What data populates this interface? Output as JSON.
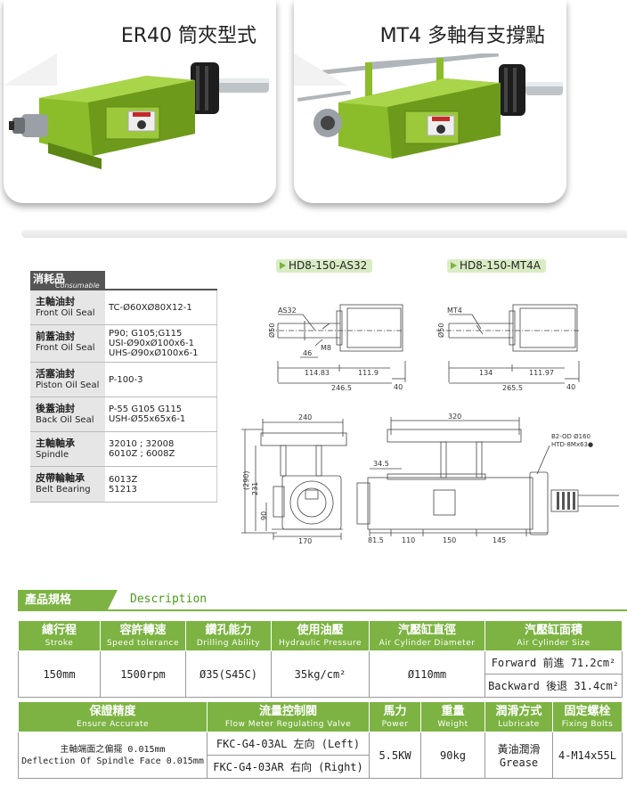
{
  "cards": [
    {
      "title": "ER40 筒夾型式"
    },
    {
      "title": "MT4 多軸有支撐點"
    }
  ],
  "consumable": {
    "title_zh": "消耗品",
    "title_en": "Consumable",
    "rows": [
      {
        "zh": "主軸油封",
        "en": "Front Oil Seal",
        "values": [
          "TC-Ø60XØ80X12-1"
        ]
      },
      {
        "zh": "前蓋油封",
        "en": "Front Oil Seal",
        "values": [
          "P90; G105;G115",
          "USI-Ø90xØ100x6-1",
          "UHS-Ø90xØ100x6-1"
        ]
      },
      {
        "zh": "活塞油封",
        "en": "Piston Oil Seal",
        "values": [
          "P-100-3"
        ]
      },
      {
        "zh": "後蓋油封",
        "en": "Back Oil Seal",
        "values": [
          "P-55 G105  G115",
          "USH-Ø55x65x6-1"
        ]
      },
      {
        "zh": "主軸軸承",
        "en": "Spindle",
        "values": [
          "32010 ; 32008",
          "6010Z ; 6008Z"
        ]
      },
      {
        "zh": "皮帶輪軸承",
        "en": "Belt Bearing",
        "values": [
          "6013Z",
          "51213"
        ]
      }
    ]
  },
  "models": {
    "a": "HD8-150-AS32",
    "b": "HD8-150-MT4A"
  },
  "drawing_a": {
    "label": "AS32",
    "dims": {
      "d1": "46",
      "d2": "M8",
      "d3": "114.83",
      "d4": "111.9",
      "d5": "246.5",
      "d6": "40",
      "dia": "Ø50"
    }
  },
  "drawing_b": {
    "label": "MT4",
    "dims": {
      "d3": "134",
      "d4": "111.97",
      "d5": "265.5",
      "d6": "40",
      "dia": "Ø50"
    }
  },
  "drawing_front": {
    "dims": {
      "w": "240",
      "h_total": "(290)",
      "h1": "231",
      "h2": "90",
      "base": "170"
    }
  },
  "drawing_side": {
    "dims": {
      "len": "320",
      "o1": "34.5",
      "b1": "81.5",
      "b2": "110",
      "b3": "150",
      "b4": "145",
      "pulley1": "B2-OD Ø160",
      "pulley2": "HTD-8Mx63●"
    }
  },
  "description": {
    "zh": "產品規格",
    "en": "Description"
  },
  "spec1": {
    "headers": [
      {
        "zh": "總行程",
        "en": "Stroke"
      },
      {
        "zh": "容許轉速",
        "en": "Speed tolerance"
      },
      {
        "zh": "鑽孔能力",
        "en": "Drilling Ability"
      },
      {
        "zh": "使用油壓",
        "en": "Hydraulic Pressure"
      },
      {
        "zh": "汽壓缸直徑",
        "en": "Air Cylinder Diameter"
      },
      {
        "zh": "汽壓缸面積",
        "en": "Air Cylinder Size"
      }
    ],
    "stroke": "150mm",
    "speed": "1500rpm",
    "drilling": "Ø35(S45C)",
    "pressure": "35kg/cm²",
    "diameter": "Ø110mm",
    "size_forward": "Forward 前進 71.2cm²",
    "size_backward": "Backward 後退 31.4cm²"
  },
  "spec2": {
    "headers": [
      {
        "zh": "保證精度",
        "en": "Ensure Accurate"
      },
      {
        "zh": "流量控制閥",
        "en": "Flow Meter Regulating Valve"
      },
      {
        "zh": "馬力",
        "en": "Power"
      },
      {
        "zh": "重量",
        "en": "Weight"
      },
      {
        "zh": "潤滑方式",
        "en": "Lubricate"
      },
      {
        "zh": "固定螺栓",
        "en": "Fixing Bolts"
      }
    ],
    "accuracy_zh": "主軸端面之偏擺 0.015mm",
    "accuracy_en": "Deflection Of Spindle Face 0.015mm",
    "valve_left": "FKC-G4-03AL 左向 (Left)",
    "valve_right": "FKC-G4-03AR 右向 (Right)",
    "power": "5.5KW",
    "weight": "90kg",
    "lube_zh": "黃油潤滑",
    "lube_en": "Grease",
    "bolts": "4-M14x55L"
  },
  "colors": {
    "accent": "#7cb342",
    "machine_green": "#8bbd2a",
    "dark": "#555555"
  }
}
